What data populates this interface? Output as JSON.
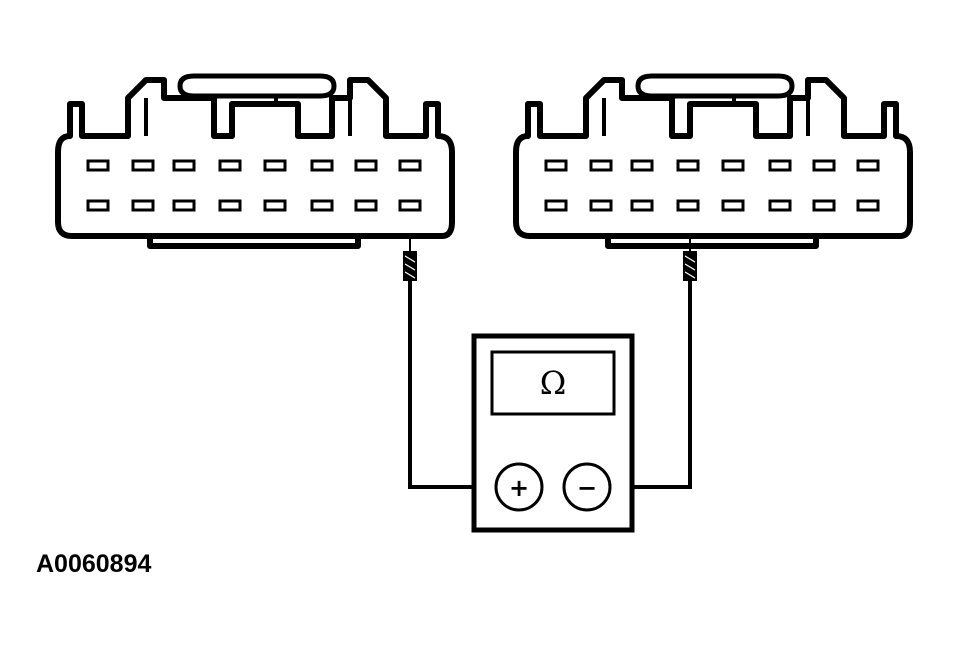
{
  "figure_id": "A0060894",
  "meter": {
    "display_symbol": "Ω",
    "positive_terminal": "+",
    "negative_terminal": "−"
  },
  "connectors": [
    {
      "rows": 2,
      "pins_per_row": 8,
      "probed_row": 2,
      "probed_pin": 8
    },
    {
      "rows": 2,
      "pins_per_row": 8,
      "probed_row": 2,
      "probed_pin": 4
    }
  ],
  "colors": {
    "line": "#000000",
    "background": "#ffffff"
  }
}
